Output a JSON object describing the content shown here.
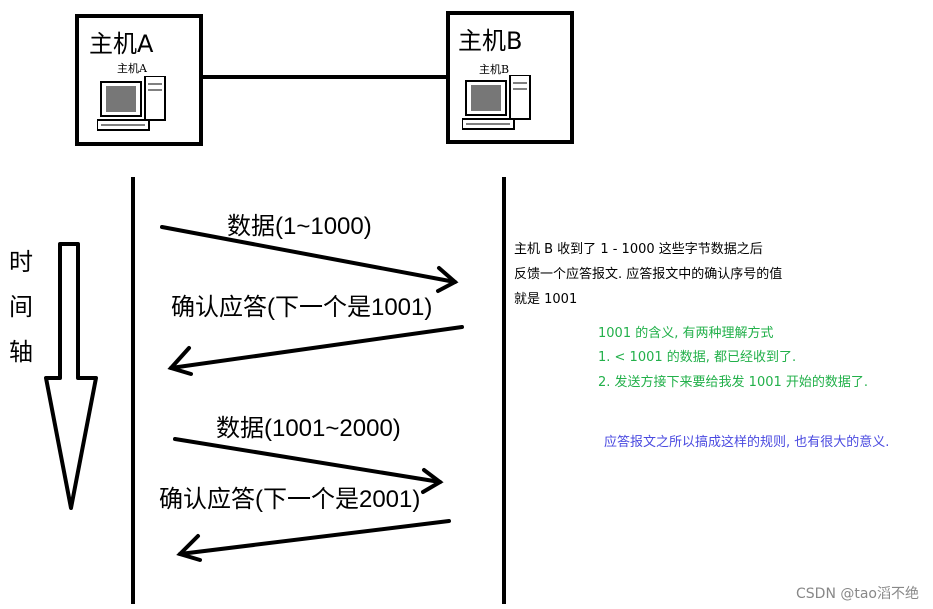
{
  "hosts": {
    "a": {
      "title": "主机A",
      "sublabel": "主机A"
    },
    "b": {
      "title": "主机B",
      "sublabel": "主机B"
    }
  },
  "time_axis": {
    "chars": [
      "时",
      "间",
      "轴"
    ]
  },
  "messages": [
    {
      "label": "数据(1~1000)"
    },
    {
      "label": "确认应答(下一个是1001)"
    },
    {
      "label": "数据(1001~2000)"
    },
    {
      "label": "确认应答(下一个是2001)"
    }
  ],
  "notes": {
    "black": [
      "主机 B 收到了 1 - 1000 这些字节数据之后",
      "反馈一个应答报文. 应答报文中的确认序号的值",
      "就是 1001"
    ],
    "green": [
      "1001 的含义, 有两种理解方式",
      "1. < 1001 的数据, 都已经收到了.",
      "2. 发送方接下来要给我发 1001 开始的数据了."
    ],
    "blue": "应答报文之所以搞成这样的规则, 也有很大的意义."
  },
  "colors": {
    "black_note": "#000000",
    "green_note": "#22b04a",
    "blue_note": "#4a4ae0"
  },
  "watermark": "CSDN @tao滔不绝"
}
